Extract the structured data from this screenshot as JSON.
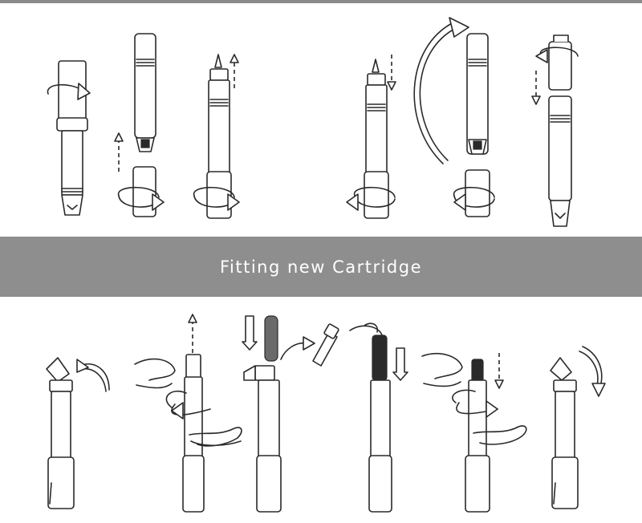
{
  "banner": {
    "title": "Fitting new Cartridge"
  },
  "colors": {
    "banner_background": "#8e8e8e",
    "banner_text": "#ffffff",
    "line_art": "#2a2a2a",
    "page_background": "#ffffff"
  },
  "illustrations": {
    "top_steps": [
      "twist-pen-barrel",
      "pull-off-converter-and-twist-section",
      "nib-section-up-twist",
      "nib-section-down-twist",
      "rotate-barrel-over-section",
      "separate-cap-from-barrel"
    ],
    "bottom_steps": [
      "remove-cartridge-end-cap",
      "hands-twist-barrel-off",
      "insert-new-cartridge",
      "push-cartridge-in",
      "hands-twist-barrel-on",
      "replace-end-cap"
    ]
  }
}
